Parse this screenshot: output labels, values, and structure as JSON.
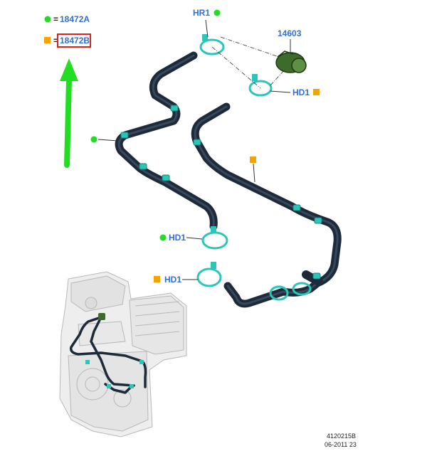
{
  "legend": [
    {
      "marker": "circle",
      "color": "#22dd22",
      "eq": "=",
      "code": "18472A"
    },
    {
      "marker": "square",
      "color": "#f5a300",
      "eq": "=",
      "code": "18472B",
      "highlighted": true
    }
  ],
  "callouts": {
    "hr1": "HR1",
    "part_14603": "14603",
    "hd1_right": "HD1",
    "hd1_mid": "HD1",
    "hd1_low": "HD1"
  },
  "footer": {
    "ref": "4120215B",
    "date": "06-2011 23"
  },
  "colors": {
    "hose": "#1d2a3a",
    "clamp": "#2cc6b8",
    "accent_label": "#2f6fd8",
    "arrow": "#22dd22",
    "highlight_box": "#e02020",
    "part_green": "#3d6b2a"
  },
  "icons": [
    "green-circle-icon",
    "orange-square-icon",
    "green-arrow-icon",
    "hose-clamp-icon"
  ]
}
